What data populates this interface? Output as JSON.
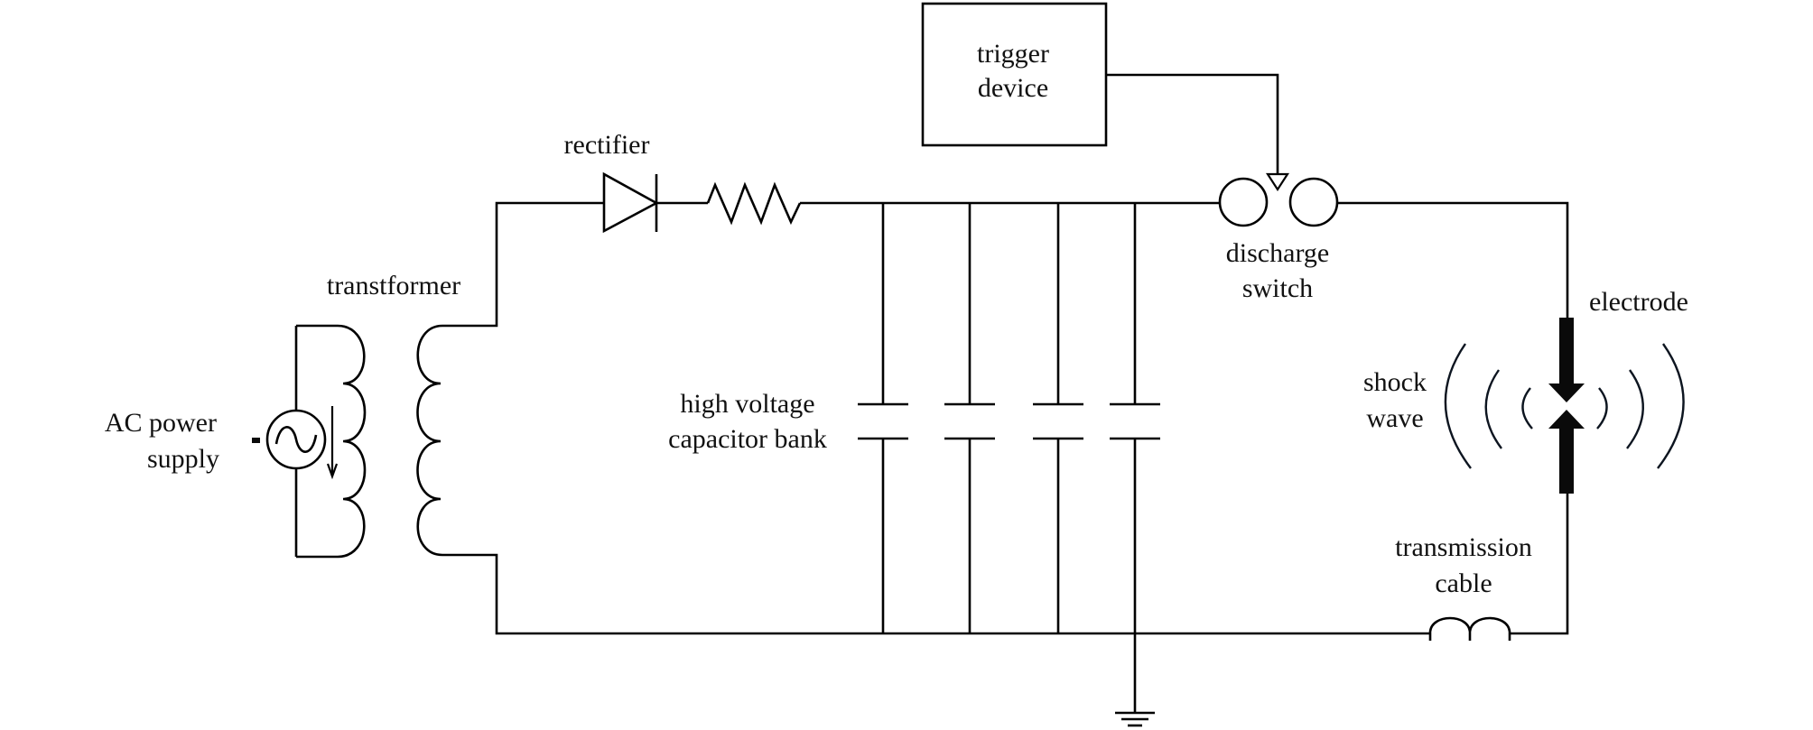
{
  "title": "Electrohydraulic shock wave generator circuit",
  "labels": {
    "trigger_device": [
      "trigger",
      "device"
    ],
    "rectifier": "rectifier",
    "transformer": "transtformer",
    "ac_power_supply": [
      "AC power",
      "supply"
    ],
    "capacitor_bank": [
      "high voltage",
      "capacitor bank"
    ],
    "discharge_switch": [
      "discharge",
      "switch"
    ],
    "electrode": "electrode",
    "shock_wave": [
      "shock",
      "wave"
    ],
    "transmission_cable": [
      "transmission",
      "cable"
    ]
  },
  "components": {
    "capacitor_count": 4,
    "transformer_primary_turns": 4,
    "transformer_secondary_turns": 4,
    "cable_inductor_loops": 2,
    "shock_wave_arcs_per_side": 3
  },
  "colors": {
    "line": "#000000",
    "background": "#ffffff"
  }
}
